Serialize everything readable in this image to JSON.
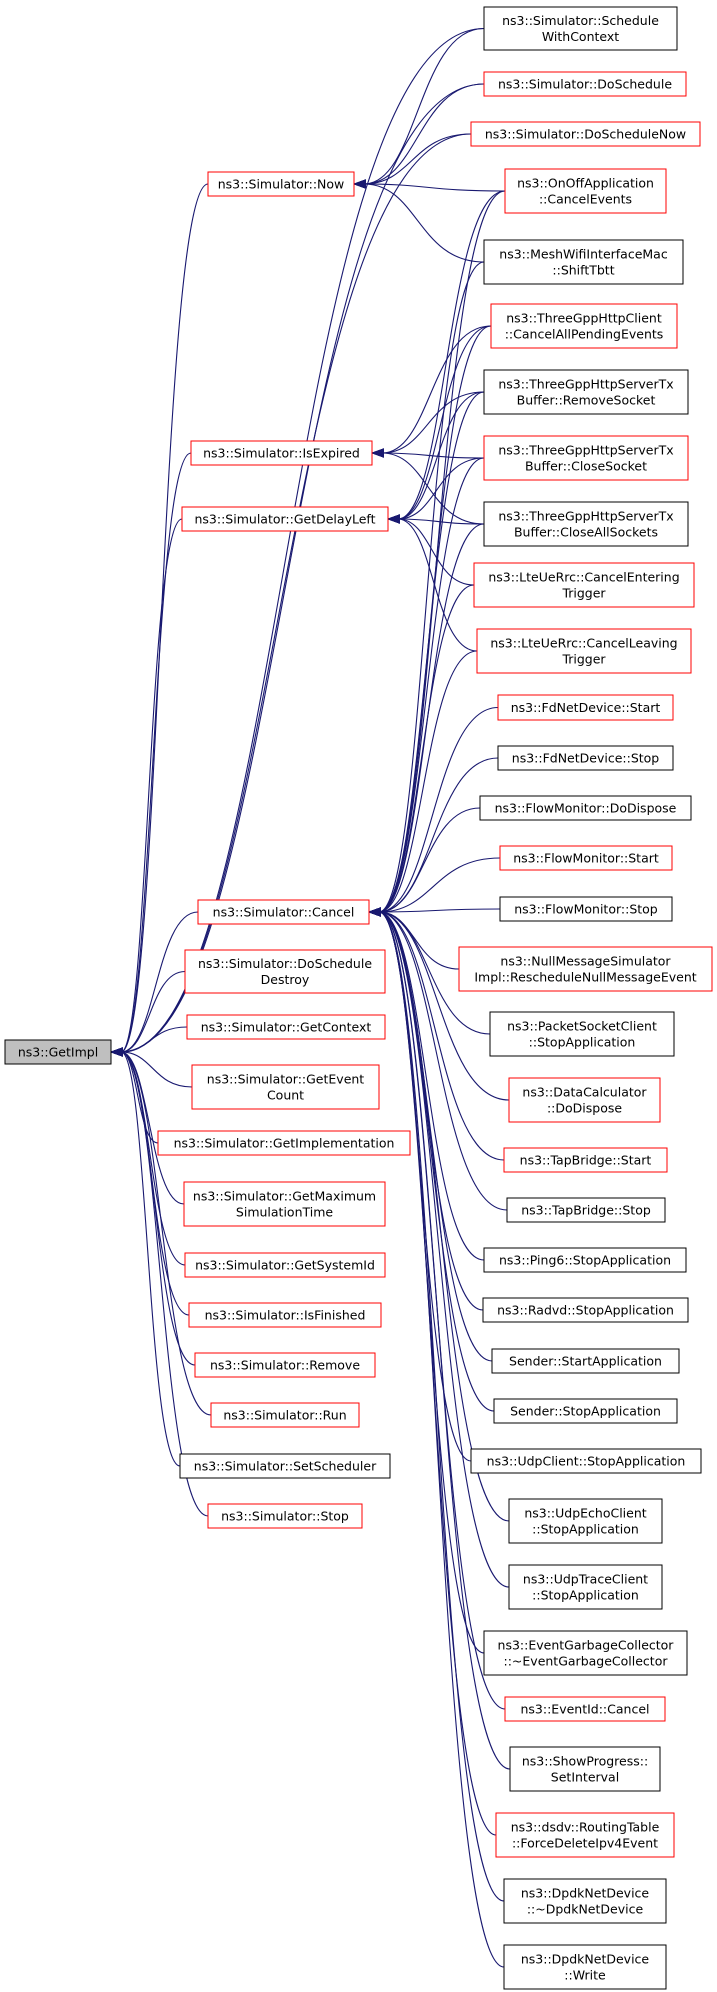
{
  "diagram": {
    "nodes": {
      "getimpl": {
        "label": [
          "ns3::GetImpl"
        ],
        "style": "root"
      },
      "now": {
        "label": [
          "ns3::Simulator::Now"
        ],
        "style": "red"
      },
      "isexpired": {
        "label": [
          "ns3::Simulator::IsExpired"
        ],
        "style": "red"
      },
      "getdelayleft": {
        "label": [
          "ns3::Simulator::GetDelayLeft"
        ],
        "style": "red"
      },
      "cancel": {
        "label": [
          "ns3::Simulator::Cancel"
        ],
        "style": "red"
      },
      "doschedule_destroy": {
        "label": [
          "ns3::Simulator::DoSchedule",
          "Destroy"
        ],
        "style": "red"
      },
      "getcontext": {
        "label": [
          "ns3::Simulator::GetContext"
        ],
        "style": "red"
      },
      "geteventcount": {
        "label": [
          "ns3::Simulator::GetEvent",
          "Count"
        ],
        "style": "red"
      },
      "getimplementation": {
        "label": [
          "ns3::Simulator::GetImplementation"
        ],
        "style": "red"
      },
      "getmaxsimtime": {
        "label": [
          "ns3::Simulator::GetMaximum",
          "SimulationTime"
        ],
        "style": "red"
      },
      "getsystemid": {
        "label": [
          "ns3::Simulator::GetSystemId"
        ],
        "style": "red"
      },
      "isfinished": {
        "label": [
          "ns3::Simulator::IsFinished"
        ],
        "style": "red"
      },
      "remove": {
        "label": [
          "ns3::Simulator::Remove"
        ],
        "style": "red"
      },
      "run": {
        "label": [
          "ns3::Simulator::Run"
        ],
        "style": "red"
      },
      "setscheduler": {
        "label": [
          "ns3::Simulator::SetScheduler"
        ],
        "style": "black"
      },
      "stop": {
        "label": [
          "ns3::Simulator::Stop"
        ],
        "style": "red"
      },
      "schedulewithcontext": {
        "label": [
          "ns3::Simulator::Schedule",
          "WithContext"
        ],
        "style": "black"
      },
      "doschedule": {
        "label": [
          "ns3::Simulator::DoSchedule"
        ],
        "style": "red"
      },
      "doschedulenow": {
        "label": [
          "ns3::Simulator::DoScheduleNow"
        ],
        "style": "red"
      },
      "onoffcancel": {
        "label": [
          "ns3::OnOffApplication",
          "::CancelEvents"
        ],
        "style": "red"
      },
      "meshshift": {
        "label": [
          "ns3::MeshWifiInterfaceMac",
          "::ShiftTbtt"
        ],
        "style": "black"
      },
      "threegpp_cancelall": {
        "label": [
          "ns3::ThreeGppHttpClient",
          "::CancelAllPendingEvents"
        ],
        "style": "red"
      },
      "threegpp_removesocket": {
        "label": [
          "ns3::ThreeGppHttpServerTx",
          "Buffer::RemoveSocket"
        ],
        "style": "black"
      },
      "threegpp_closesocket": {
        "label": [
          "ns3::ThreeGppHttpServerTx",
          "Buffer::CloseSocket"
        ],
        "style": "red"
      },
      "threegpp_closeall": {
        "label": [
          "ns3::ThreeGppHttpServerTx",
          "Buffer::CloseAllSockets"
        ],
        "style": "black"
      },
      "lte_entering": {
        "label": [
          "ns3::LteUeRrc::CancelEntering",
          "Trigger"
        ],
        "style": "red"
      },
      "lte_leaving": {
        "label": [
          "ns3::LteUeRrc::CancelLeaving",
          "Trigger"
        ],
        "style": "red"
      },
      "fd_start": {
        "label": [
          "ns3::FdNetDevice::Start"
        ],
        "style": "red"
      },
      "fd_stop": {
        "label": [
          "ns3::FdNetDevice::Stop"
        ],
        "style": "black"
      },
      "fm_dispose": {
        "label": [
          "ns3::FlowMonitor::DoDispose"
        ],
        "style": "black"
      },
      "fm_start": {
        "label": [
          "ns3::FlowMonitor::Start"
        ],
        "style": "red"
      },
      "fm_stop": {
        "label": [
          "ns3::FlowMonitor::Stop"
        ],
        "style": "black"
      },
      "nullmsg": {
        "label": [
          "ns3::NullMessageSimulator",
          "Impl::RescheduleNullMessageEvent"
        ],
        "style": "red"
      },
      "packetsocket": {
        "label": [
          "ns3::PacketSocketClient",
          "::StopApplication"
        ],
        "style": "black"
      },
      "datacalc": {
        "label": [
          "ns3::DataCalculator",
          "::DoDispose"
        ],
        "style": "red"
      },
      "tap_start": {
        "label": [
          "ns3::TapBridge::Start"
        ],
        "style": "red"
      },
      "tap_stop": {
        "label": [
          "ns3::TapBridge::Stop"
        ],
        "style": "black"
      },
      "ping6": {
        "label": [
          "ns3::Ping6::StopApplication"
        ],
        "style": "black"
      },
      "radvd": {
        "label": [
          "ns3::Radvd::StopApplication"
        ],
        "style": "black"
      },
      "sender_start": {
        "label": [
          "Sender::StartApplication"
        ],
        "style": "black"
      },
      "sender_stop": {
        "label": [
          "Sender::StopApplication"
        ],
        "style": "black"
      },
      "udpclient": {
        "label": [
          "ns3::UdpClient::StopApplication"
        ],
        "style": "black"
      },
      "udpecho": {
        "label": [
          "ns3::UdpEchoClient",
          "::StopApplication"
        ],
        "style": "black"
      },
      "udptrace": {
        "label": [
          "ns3::UdpTraceClient",
          "::StopApplication"
        ],
        "style": "black"
      },
      "egc": {
        "label": [
          "ns3::EventGarbageCollector",
          "::~EventGarbageCollector"
        ],
        "style": "black"
      },
      "eventid": {
        "label": [
          "ns3::EventId::Cancel"
        ],
        "style": "red"
      },
      "showprogress": {
        "label": [
          "ns3::ShowProgress::",
          "SetInterval"
        ],
        "style": "black"
      },
      "dsdv": {
        "label": [
          "ns3::dsdv::RoutingTable",
          "::ForceDeleteIpv4Event"
        ],
        "style": "red"
      },
      "dpdk_dtor": {
        "label": [
          "ns3::DpdkNetDevice",
          "::~DpdkNetDevice"
        ],
        "style": "black"
      },
      "dpdk_write": {
        "label": [
          "ns3::DpdkNetDevice",
          "::Write"
        ],
        "style": "black"
      }
    },
    "edges": [
      [
        "schedulewithcontext",
        "getimpl"
      ],
      [
        "doschedule",
        "getimpl"
      ],
      [
        "doschedulenow",
        "getimpl"
      ],
      [
        "now",
        "getimpl"
      ],
      [
        "isexpired",
        "getimpl"
      ],
      [
        "getdelayleft",
        "getimpl"
      ],
      [
        "cancel",
        "getimpl"
      ],
      [
        "doschedule_destroy",
        "getimpl"
      ],
      [
        "getcontext",
        "getimpl"
      ],
      [
        "geteventcount",
        "getimpl"
      ],
      [
        "getimplementation",
        "getimpl"
      ],
      [
        "getmaxsimtime",
        "getimpl"
      ],
      [
        "getsystemid",
        "getimpl"
      ],
      [
        "isfinished",
        "getimpl"
      ],
      [
        "remove",
        "getimpl"
      ],
      [
        "run",
        "getimpl"
      ],
      [
        "setscheduler",
        "getimpl"
      ],
      [
        "stop",
        "getimpl"
      ],
      [
        "schedulewithcontext",
        "now"
      ],
      [
        "doschedule",
        "now"
      ],
      [
        "doschedulenow",
        "now"
      ],
      [
        "onoffcancel",
        "now"
      ],
      [
        "meshshift",
        "now"
      ],
      [
        "threegpp_cancelall",
        "isexpired"
      ],
      [
        "threegpp_removesocket",
        "isexpired"
      ],
      [
        "threegpp_closesocket",
        "isexpired"
      ],
      [
        "threegpp_closeall",
        "isexpired"
      ],
      [
        "onoffcancel",
        "getdelayleft"
      ],
      [
        "threegpp_cancelall",
        "getdelayleft"
      ],
      [
        "threegpp_removesocket",
        "getdelayleft"
      ],
      [
        "threegpp_closesocket",
        "getdelayleft"
      ],
      [
        "threegpp_closeall",
        "getdelayleft"
      ],
      [
        "lte_entering",
        "getdelayleft"
      ],
      [
        "lte_leaving",
        "getdelayleft"
      ],
      [
        "onoffcancel",
        "cancel"
      ],
      [
        "meshshift",
        "cancel"
      ],
      [
        "threegpp_cancelall",
        "cancel"
      ],
      [
        "threegpp_removesocket",
        "cancel"
      ],
      [
        "threegpp_closesocket",
        "cancel"
      ],
      [
        "threegpp_closeall",
        "cancel"
      ],
      [
        "lte_entering",
        "cancel"
      ],
      [
        "lte_leaving",
        "cancel"
      ],
      [
        "fd_start",
        "cancel"
      ],
      [
        "fd_stop",
        "cancel"
      ],
      [
        "fm_dispose",
        "cancel"
      ],
      [
        "fm_start",
        "cancel"
      ],
      [
        "fm_stop",
        "cancel"
      ],
      [
        "nullmsg",
        "cancel"
      ],
      [
        "packetsocket",
        "cancel"
      ],
      [
        "datacalc",
        "cancel"
      ],
      [
        "tap_start",
        "cancel"
      ],
      [
        "tap_stop",
        "cancel"
      ],
      [
        "ping6",
        "cancel"
      ],
      [
        "radvd",
        "cancel"
      ],
      [
        "sender_start",
        "cancel"
      ],
      [
        "sender_stop",
        "cancel"
      ],
      [
        "udpclient",
        "cancel"
      ],
      [
        "udpecho",
        "cancel"
      ],
      [
        "udptrace",
        "cancel"
      ],
      [
        "egc",
        "cancel"
      ],
      [
        "eventid",
        "cancel"
      ],
      [
        "showprogress",
        "cancel"
      ],
      [
        "dsdv",
        "cancel"
      ],
      [
        "dpdk_dtor",
        "cancel"
      ],
      [
        "dpdk_write",
        "cancel"
      ]
    ],
    "colors": {
      "edge": "#191970",
      "red_border": "#ff0000",
      "black_border": "#000000",
      "root_fill": "#bfbfbf",
      "root_border": "#000000",
      "text": "#000000",
      "background": "#ffffff"
    }
  }
}
